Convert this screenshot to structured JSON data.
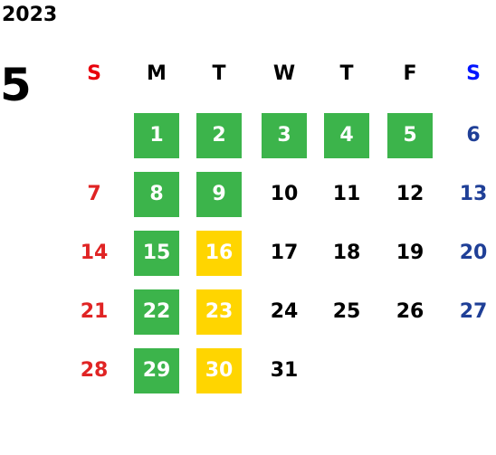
{
  "calendar": {
    "year": "2023",
    "month": "5",
    "weekdays": [
      {
        "label": "S",
        "color": "#e8000b"
      },
      {
        "label": "M",
        "color": "#000000"
      },
      {
        "label": "T",
        "color": "#000000"
      },
      {
        "label": "W",
        "color": "#000000"
      },
      {
        "label": "T",
        "color": "#000000"
      },
      {
        "label": "F",
        "color": "#000000"
      },
      {
        "label": "S",
        "color": "#0014ff"
      }
    ],
    "highlight_colors": {
      "green": "#3cb44b",
      "yellow": "#ffd500",
      "sunday_text": "#e02424",
      "saturday_text": "#1f3f97"
    },
    "weeks": [
      [
        null,
        {
          "day": "1",
          "mark": "green"
        },
        {
          "day": "2",
          "mark": "green"
        },
        {
          "day": "3",
          "mark": "green"
        },
        {
          "day": "4",
          "mark": "green"
        },
        {
          "day": "5",
          "mark": "green"
        },
        {
          "day": "6",
          "mark": "none"
        }
      ],
      [
        {
          "day": "7",
          "mark": "none"
        },
        {
          "day": "8",
          "mark": "green"
        },
        {
          "day": "9",
          "mark": "green"
        },
        {
          "day": "10",
          "mark": "none"
        },
        {
          "day": "11",
          "mark": "none"
        },
        {
          "day": "12",
          "mark": "none"
        },
        {
          "day": "13",
          "mark": "none"
        }
      ],
      [
        {
          "day": "14",
          "mark": "none"
        },
        {
          "day": "15",
          "mark": "green"
        },
        {
          "day": "16",
          "mark": "yellow"
        },
        {
          "day": "17",
          "mark": "none"
        },
        {
          "day": "18",
          "mark": "none"
        },
        {
          "day": "19",
          "mark": "none"
        },
        {
          "day": "20",
          "mark": "none"
        }
      ],
      [
        {
          "day": "21",
          "mark": "none"
        },
        {
          "day": "22",
          "mark": "green"
        },
        {
          "day": "23",
          "mark": "yellow"
        },
        {
          "day": "24",
          "mark": "none"
        },
        {
          "day": "25",
          "mark": "none"
        },
        {
          "day": "26",
          "mark": "none"
        },
        {
          "day": "27",
          "mark": "none"
        }
      ],
      [
        {
          "day": "28",
          "mark": "none"
        },
        {
          "day": "29",
          "mark": "green"
        },
        {
          "day": "30",
          "mark": "yellow"
        },
        {
          "day": "31",
          "mark": "none"
        },
        null,
        null,
        null
      ]
    ]
  }
}
